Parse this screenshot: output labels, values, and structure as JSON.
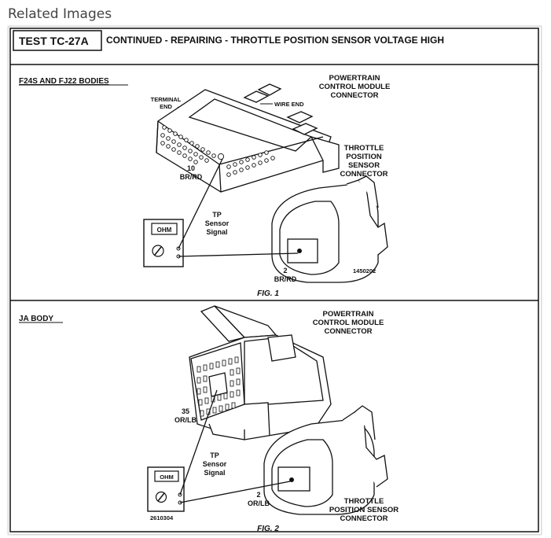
{
  "page": {
    "heading": "Related Images"
  },
  "document": {
    "test_id": "TEST TC-27A",
    "title": "CONTINUED - REPAIRING - THROTTLE POSITION SENSOR VOLTAGE HIGH",
    "figure1": {
      "body_label": "F24S AND FJ22 BODIES",
      "pcm_connector": [
        "POWERTRAIN",
        "CONTROL MODULE",
        "CONNECTOR"
      ],
      "terminal_end": [
        "TERMINAL",
        "END"
      ],
      "wire_end": "WIRE END",
      "tps_connector": [
        "THROTTLE",
        "POSITION",
        "SENSOR",
        "CONNECTOR"
      ],
      "wire_pcm": [
        "10",
        "BR/RD"
      ],
      "signal": [
        "TP",
        "Sensor",
        "Signal"
      ],
      "meter_label": "OHM",
      "wire_tps": [
        "2",
        "BR/RD"
      ],
      "part_number": "1450202",
      "caption": "FIG. 1"
    },
    "figure2": {
      "body_label": "JA BODY",
      "pcm_connector": [
        "POWERTRAIN",
        "CONTROL MODULE",
        "CONNECTOR"
      ],
      "wire_pcm": [
        "35",
        "OR/LB"
      ],
      "signal": [
        "TP",
        "Sensor",
        "Signal"
      ],
      "meter_label": "OHM",
      "wire_tps": [
        "2",
        "OR/LB"
      ],
      "part_number": "2610304",
      "tps_connector": [
        "THROTTLE",
        "POSITION SENSOR",
        "CONNECTOR"
      ],
      "caption": "FIG. 2"
    }
  }
}
